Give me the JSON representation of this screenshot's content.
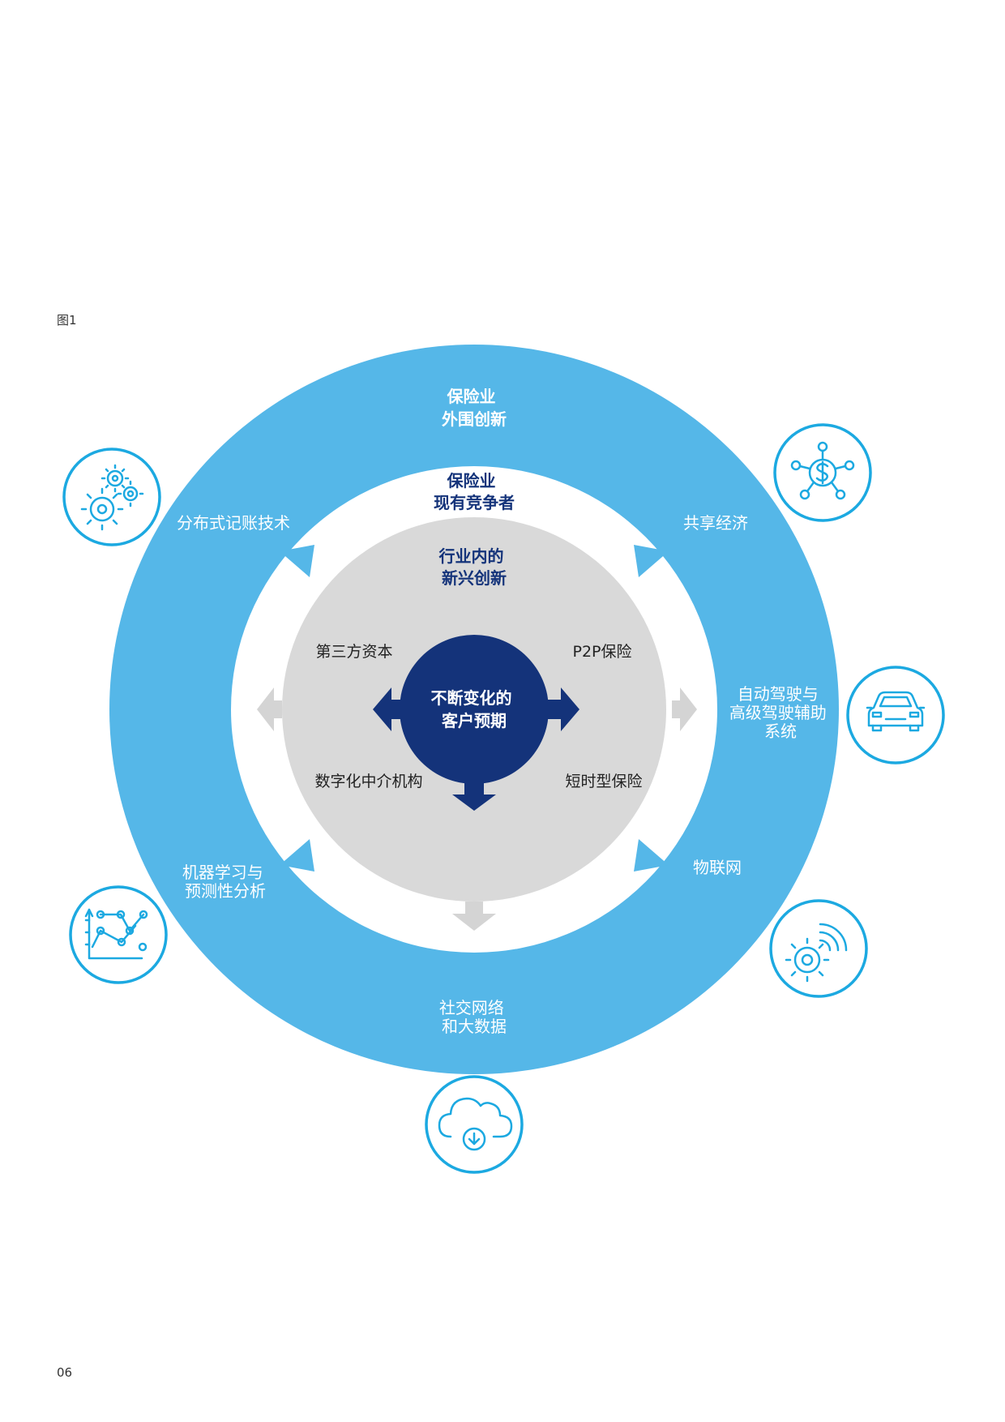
{
  "figure_label": "图1",
  "page_number": "06",
  "colors": {
    "outer_ring": "#55b7e8",
    "inner_gray": "#d9d9d9",
    "core": "#14337a",
    "icon_blue": "#1ca9e1",
    "gray_arrow": "#d4d4d4"
  },
  "outer_ring": {
    "title": [
      "保险业",
      "外围创新"
    ],
    "items": {
      "top_left": [
        "分布式记账技术"
      ],
      "top_right": [
        "共享经济"
      ],
      "right": [
        "自动驾驶与",
        "高级驾驶辅助",
        "系统"
      ],
      "bottom_right": [
        "物联网"
      ],
      "bottom_left": [
        "机器学习与",
        "预测性分析"
      ],
      "bottom": [
        "社交网络",
        "和大数据"
      ]
    }
  },
  "white_ring": {
    "title": [
      "保险业",
      "现有竞争者"
    ]
  },
  "gray_circle": {
    "title": [
      "行业内的",
      "新兴创新"
    ],
    "items": {
      "top_left": "第三方资本",
      "top_right": "P2P保险",
      "bottom_left": "数字化中介机构",
      "bottom_right": "短时型保险"
    }
  },
  "core": {
    "title": [
      "不断变化的",
      "客户预期"
    ]
  },
  "icons": {
    "top_left": "gears-icon",
    "top_right": "dollar-network-icon",
    "right": "car-icon",
    "bottom_right": "iot-gear-signal-icon",
    "bottom": "cloud-download-icon",
    "bottom_left": "line-chart-icon"
  }
}
